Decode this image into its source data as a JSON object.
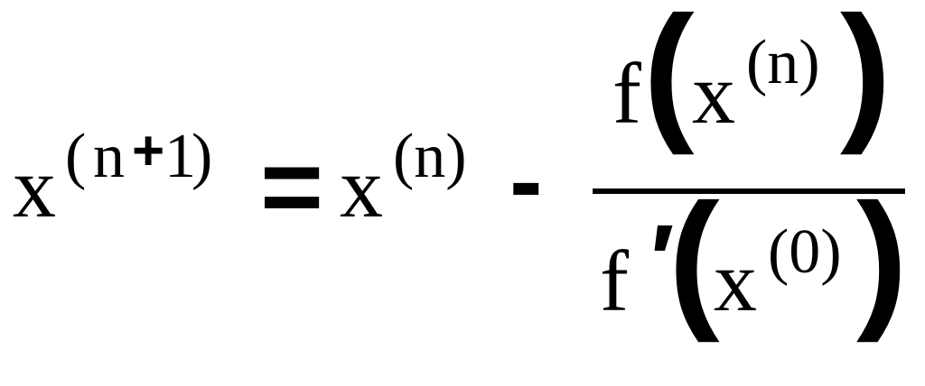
{
  "formula": {
    "lhs": {
      "base": "x",
      "superscript": {
        "open": "(",
        "var": "n",
        "op": "+",
        "num": "1",
        "close": ")"
      }
    },
    "equals": "=",
    "term": {
      "base": "x",
      "superscript": "(n)"
    },
    "minus": "-",
    "fraction": {
      "numerator": {
        "func": "f",
        "open_paren": "(",
        "arg_base": "x",
        "arg_superscript": "(n)",
        "close_paren": ")"
      },
      "denominator": {
        "func": "f",
        "prime": "′",
        "open_paren": "(",
        "arg_base": "x",
        "arg_superscript": "(0)",
        "close_paren": ")"
      }
    }
  }
}
